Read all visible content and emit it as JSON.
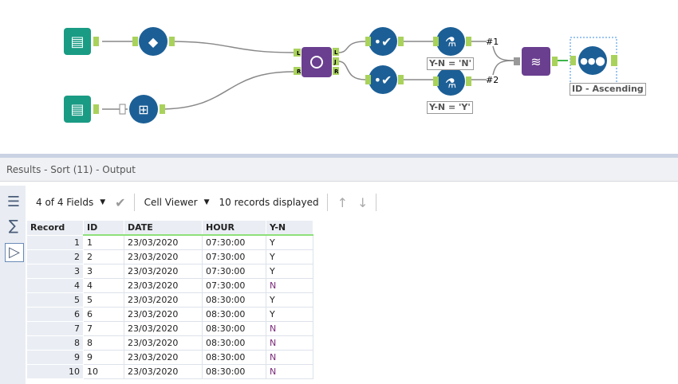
{
  "workflow": {
    "tools": [
      {
        "name": "input-data-1",
        "icon": "book-icon"
      },
      {
        "name": "tool-2",
        "icon": "diamond-dots-icon"
      },
      {
        "name": "input-data-2",
        "icon": "book-icon"
      },
      {
        "name": "tool-4",
        "icon": "plus-doc-icon"
      },
      {
        "name": "join",
        "icon": "join-icon"
      },
      {
        "name": "filter-1",
        "icon": "check-icon"
      },
      {
        "name": "filter-2",
        "icon": "check-icon"
      },
      {
        "name": "formula-1",
        "icon": "flask-icon"
      },
      {
        "name": "formula-2",
        "icon": "flask-icon"
      },
      {
        "name": "union",
        "icon": "dna-icon"
      },
      {
        "name": "sort",
        "icon": "dots-icon"
      }
    ],
    "anchors": {
      "L": "L",
      "J": "J",
      "R": "R"
    },
    "conn1": "#1",
    "conn2": "#2",
    "formula1_label": "Y-N = 'N'",
    "formula2_label": "Y-N = 'Y'",
    "sort_label": "ID - Ascending",
    "colors": {
      "input": "#1a9b84",
      "blue": "#1c5f96",
      "purple": "#6a3f8f",
      "anchor": "#a9d25c"
    }
  },
  "results": {
    "title": "Results - Sort (11) - Output",
    "fields": "4 of 4 Fields",
    "cell_viewer": "Cell Viewer",
    "records": "10 records displayed",
    "columns": [
      "Record",
      "ID",
      "DATE",
      "HOUR",
      "Y-N"
    ],
    "rows": [
      [
        "1",
        "1",
        "23/03/2020",
        "07:30:00",
        "Y"
      ],
      [
        "2",
        "2",
        "23/03/2020",
        "07:30:00",
        "Y"
      ],
      [
        "3",
        "3",
        "23/03/2020",
        "07:30:00",
        "Y"
      ],
      [
        "4",
        "4",
        "23/03/2020",
        "07:30:00",
        "N"
      ],
      [
        "5",
        "5",
        "23/03/2020",
        "08:30:00",
        "Y"
      ],
      [
        "6",
        "6",
        "23/03/2020",
        "08:30:00",
        "Y"
      ],
      [
        "7",
        "7",
        "23/03/2020",
        "08:30:00",
        "N"
      ],
      [
        "8",
        "8",
        "23/03/2020",
        "08:30:00",
        "N"
      ],
      [
        "9",
        "9",
        "23/03/2020",
        "08:30:00",
        "N"
      ],
      [
        "10",
        "10",
        "23/03/2020",
        "08:30:00",
        "N"
      ]
    ]
  }
}
